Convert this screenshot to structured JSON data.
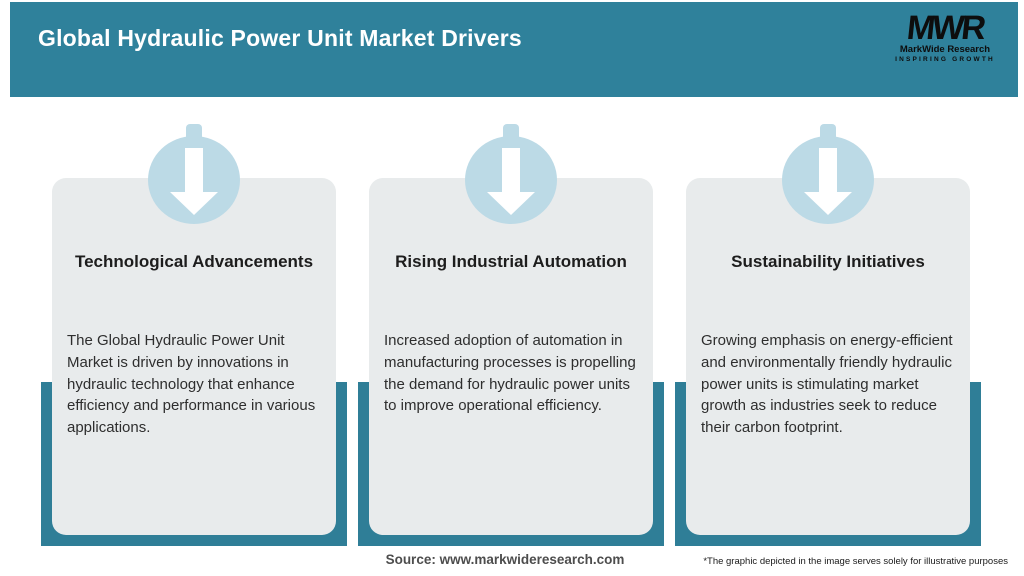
{
  "header": {
    "title": "Global Hydraulic Power Unit Market Drivers"
  },
  "logo": {
    "monogram": "MWR",
    "name": "MarkWide Research",
    "tagline": "INSPIRING GROWTH"
  },
  "cards": [
    {
      "title": "Technological Advancements",
      "body": "The Global Hydraulic Power Unit Market is driven by innovations in hydraulic technology that enhance efficiency and performance in various applications."
    },
    {
      "title": "Rising Industrial Automation",
      "body": "Increased adoption of automation in manufacturing processes is propelling the demand for hydraulic power units to improve operational efficiency."
    },
    {
      "title": "Sustainability Initiatives",
      "body": "Growing emphasis on energy-efficient and environmentally friendly hydraulic power units is stimulating market growth as industries seek to reduce their carbon footprint."
    }
  ],
  "footer": {
    "source": "Source: www.markwideresearch.com",
    "disclaimer": "*The graphic depicted in the image serves solely for illustrative purposes"
  },
  "colors": {
    "teal-header": "#2F819B",
    "teal-band": "#2F7E97",
    "icon-blue": "#BCDAE6",
    "card-bg": "#E8EBEC"
  }
}
